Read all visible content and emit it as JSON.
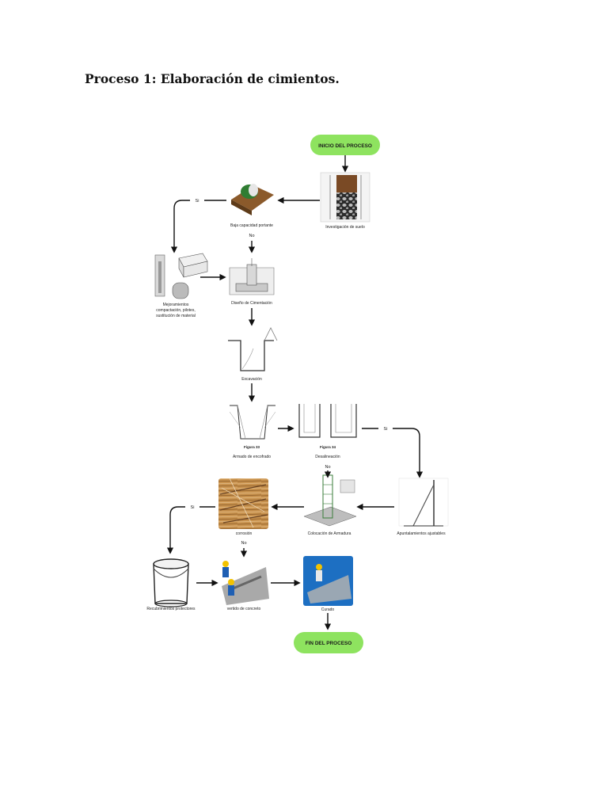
{
  "title": "Proceso 1: Elaboración de cimientos.",
  "colors": {
    "terminal_fill": "#8ee35f",
    "arrow": "#111111"
  },
  "nodes": {
    "start": "INICIO DEL PROCESO",
    "soil": "Investigación de suelo",
    "low_capacity": "Baja capacidad portante",
    "improvement": [
      "Mejoramientos",
      "compactación, pilotes,",
      "sustitución de material"
    ],
    "design": "Diseño de Cimentación",
    "excavation": "Excavación",
    "formwork": "Armado de encofrado",
    "formwork_fig": "Figura 33",
    "stripping": "Desalineación",
    "stripping_fig": "Figura 34",
    "shoring": "Apuntalamientos ajustables",
    "rebar": "Colocación de Armadura",
    "corrosion": "corrosión",
    "coating": "Recubrimientos protectores",
    "pour": "vertido de concreto",
    "curing": "Curado",
    "end": "FIN DEL PROCESO"
  },
  "edge_labels": {
    "yes": "Si",
    "no": "No"
  }
}
